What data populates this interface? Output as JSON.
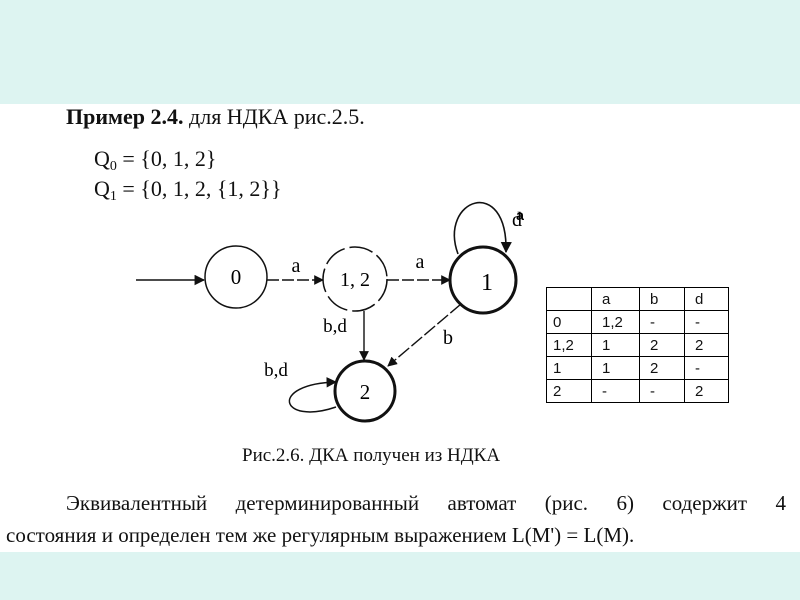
{
  "heading": {
    "bold": "Пример 2.4.",
    "rest": " для НДКА рис.2.5."
  },
  "sets": {
    "q0_sym": "Q",
    "q0_sub": "0",
    "q0_rest": " = {0, 1, 2}",
    "q1_sym": "Q",
    "q1_sub": "1",
    "q1_rest": " = {0, 1, 2, {1, 2}}"
  },
  "diagram": {
    "state0": "0",
    "state12": "1, 2",
    "state1": "1",
    "state2": "2",
    "edge_0_12": "a",
    "edge_12_1": "a",
    "edge_12_2": "b,d",
    "edge_1_2": "b",
    "loop_2": "b,d",
    "loop_1_a": "a",
    "loop_1_d": "d"
  },
  "table": {
    "header": [
      "",
      "a",
      "b",
      "d"
    ],
    "rows": [
      [
        "0",
        "1,2",
        "-",
        "-"
      ],
      [
        "1,2",
        "1",
        "2",
        "2"
      ],
      [
        "1",
        "1",
        "2",
        "-"
      ],
      [
        "2",
        "-",
        "-",
        "2"
      ]
    ]
  },
  "caption": "Рис.2.6.  ДКА получен из НДКА",
  "paragraph": {
    "line1_words": [
      "Эквивалентный",
      "детерминированный",
      "автомат",
      "(рис.",
      "6)",
      "содержит",
      "4"
    ],
    "line2": "состояния   и определен тем же регулярным выражением L(M') = L(M)."
  }
}
